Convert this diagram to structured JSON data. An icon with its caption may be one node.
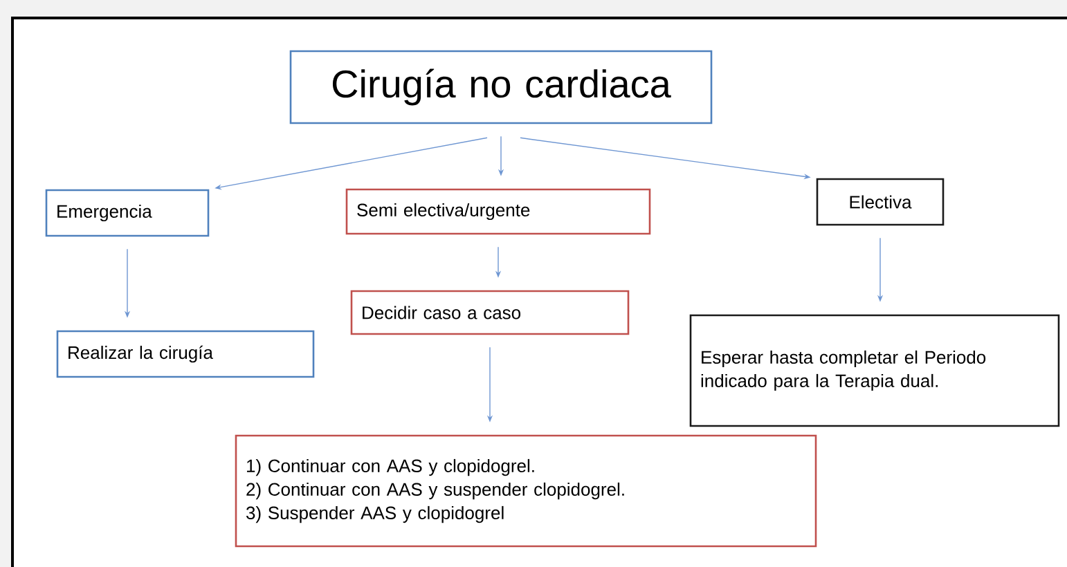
{
  "diagram": {
    "nodes": [
      {
        "text": [
          "Cirugía no cardiaca"
        ]
      },
      {
        "text": [
          "Emergencia"
        ]
      },
      {
        "text": [
          "Semi electiva/urgente"
        ]
      },
      {
        "text": [
          "Electiva"
        ]
      },
      {
        "text": [
          "Decidir caso a caso"
        ]
      },
      {
        "text": [
          "Realizar la cirugía"
        ]
      },
      {
        "text": [
          "Esperar hasta completar el Periodo indicado para la Terapia dual."
        ]
      },
      {
        "text": [
          "1)  Continuar con AAS y clopidogrel.",
          "2)  Continuar con AAS y suspender clopidogrel.",
          "3)  Suspender AAS y clopidogrel"
        ]
      }
    ],
    "edges": [
      {
        "from": 0,
        "to": 1,
        "arrow": "to"
      },
      {
        "from": 0,
        "to": 2,
        "arrow": "to"
      },
      {
        "from": 0,
        "to": 3,
        "arrow": "to"
      },
      {
        "from": 1,
        "to": 5,
        "arrow": "to"
      },
      {
        "from": 2,
        "to": 4,
        "arrow": "to"
      },
      {
        "from": 3,
        "to": 6,
        "arrow": "to"
      },
      {
        "from": 4,
        "to": 7,
        "arrow": "to"
      }
    ]
  }
}
